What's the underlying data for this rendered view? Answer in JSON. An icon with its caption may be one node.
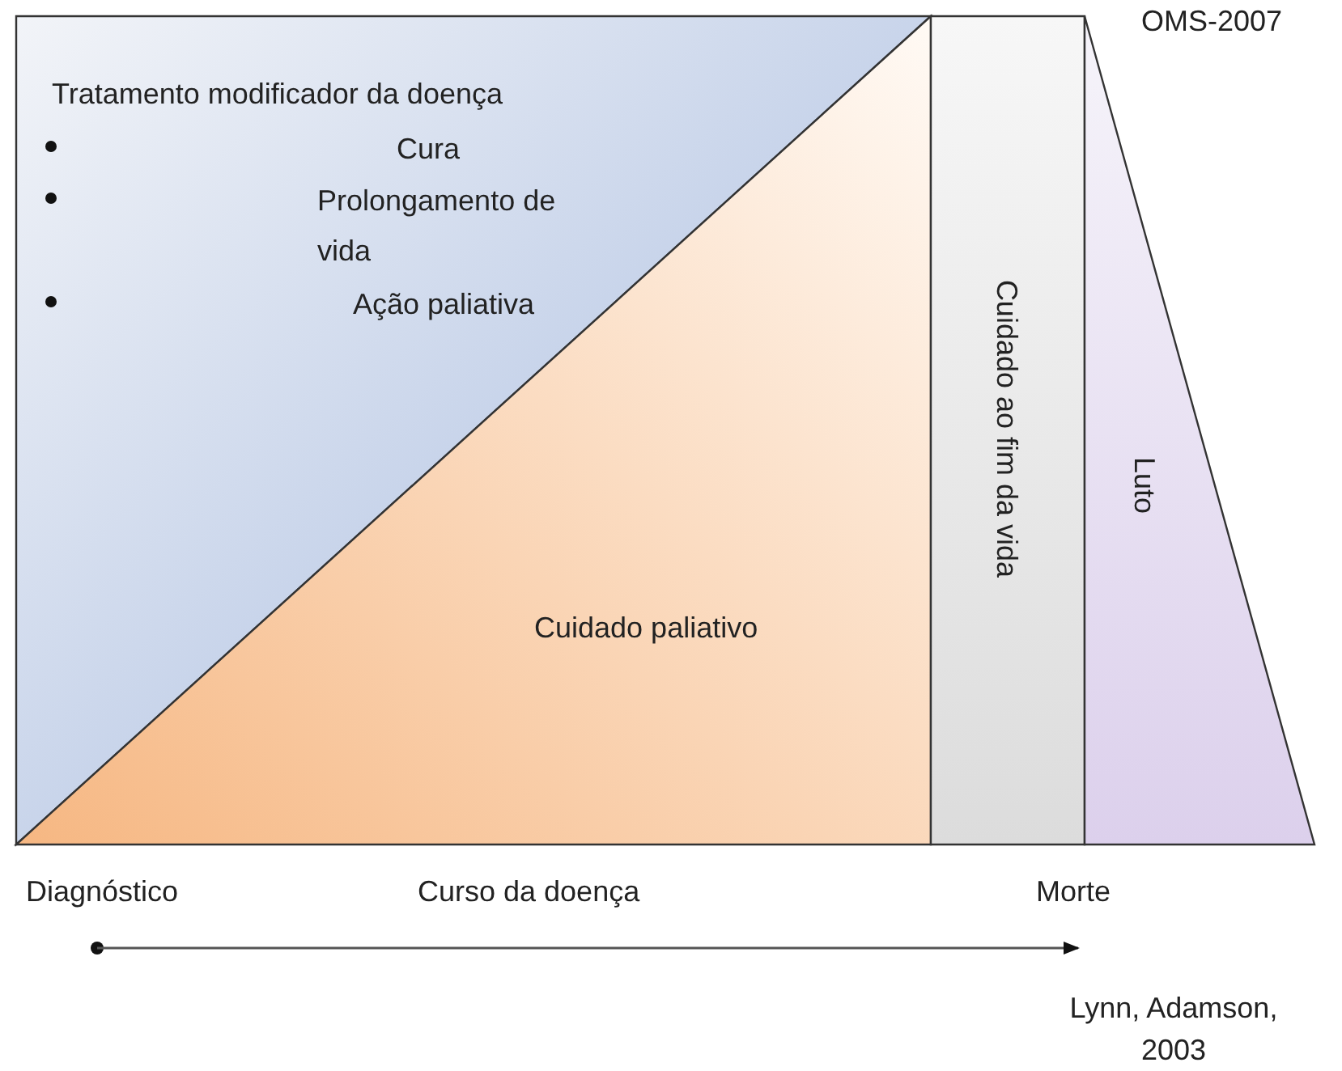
{
  "diagram": {
    "nodes": [
      {
        "text": [
          "Tratamento modificador da doença",
          "Cura",
          "Prolongamento de vida",
          "Ação paliativa"
        ]
      },
      {
        "text": [
          "Cuidado paliativo"
        ]
      },
      {
        "text": [
          "Cuidado ao fim da vida"
        ]
      },
      {
        "text": [
          "Luto"
        ]
      }
    ],
    "labels": [
      "OMS-2007",
      "Diagnóstico",
      "Curso da doença",
      "Morte",
      "Lynn, Adamson, 2003"
    ]
  }
}
